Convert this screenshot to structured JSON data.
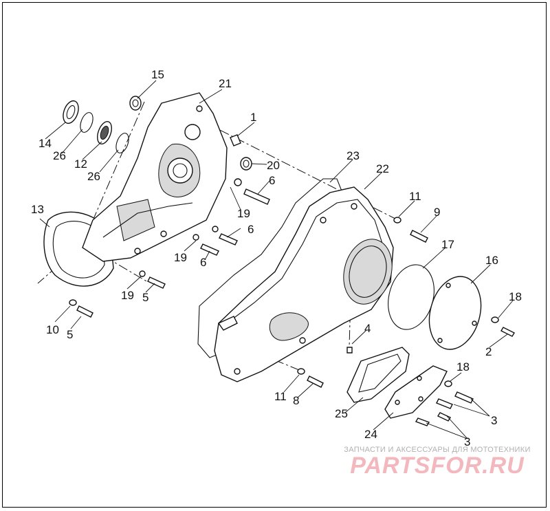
{
  "diagram": {
    "callouts": [
      "1",
      "2",
      "3",
      "3",
      "4",
      "5",
      "5",
      "6",
      "6",
      "6",
      "8",
      "9",
      "10",
      "11",
      "11",
      "12",
      "13",
      "14",
      "15",
      "16",
      "17",
      "18",
      "18",
      "19",
      "19",
      "19",
      "20",
      "21",
      "22",
      "23",
      "24",
      "25",
      "26",
      "26"
    ]
  },
  "watermark": {
    "caption": "ЗАПЧАСТИ И АКСЕССУАРЫ ДЛЯ МОТОТЕХНИКИ",
    "logo": "PARTSFOR.RU",
    "color": "#f2b8be"
  }
}
